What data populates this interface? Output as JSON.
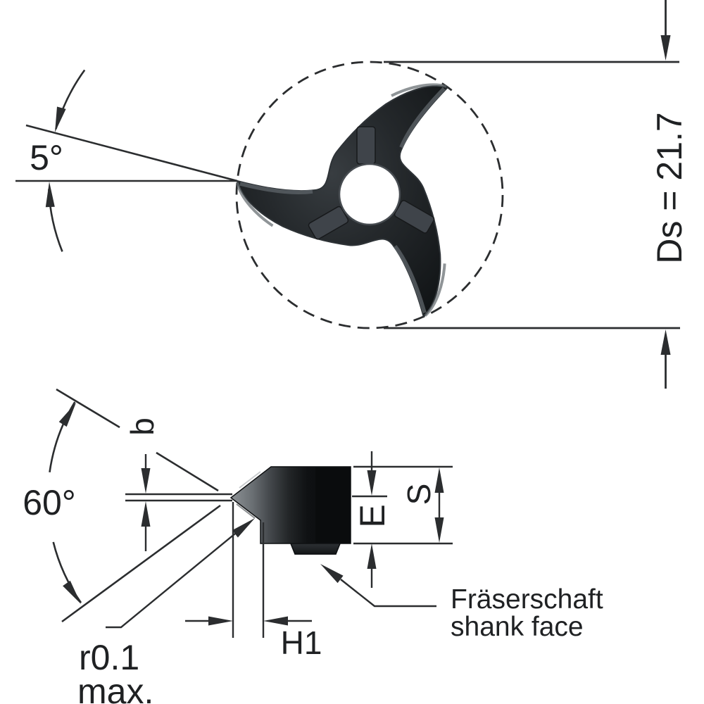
{
  "top_view": {
    "clearance_angle": "5°",
    "cutting_diameter": "Ds = 21.7"
  },
  "side_view": {
    "cutting_width": "b",
    "included_angle": "60°",
    "corner_radius": "r0.1",
    "corner_radius_qualifier": "max.",
    "tip_overhang": "H1",
    "tip_height": "E",
    "insert_thickness": "S",
    "shank_face_label_de": "Fräserschaft",
    "shank_face_label_en": "shank face"
  },
  "colors": {
    "line": "#2b2d2f",
    "text": "#1f2123",
    "background": "#ffffff",
    "insert_dark": "#101315",
    "insert_mid": "#34383c",
    "insert_light": "#83888c"
  }
}
